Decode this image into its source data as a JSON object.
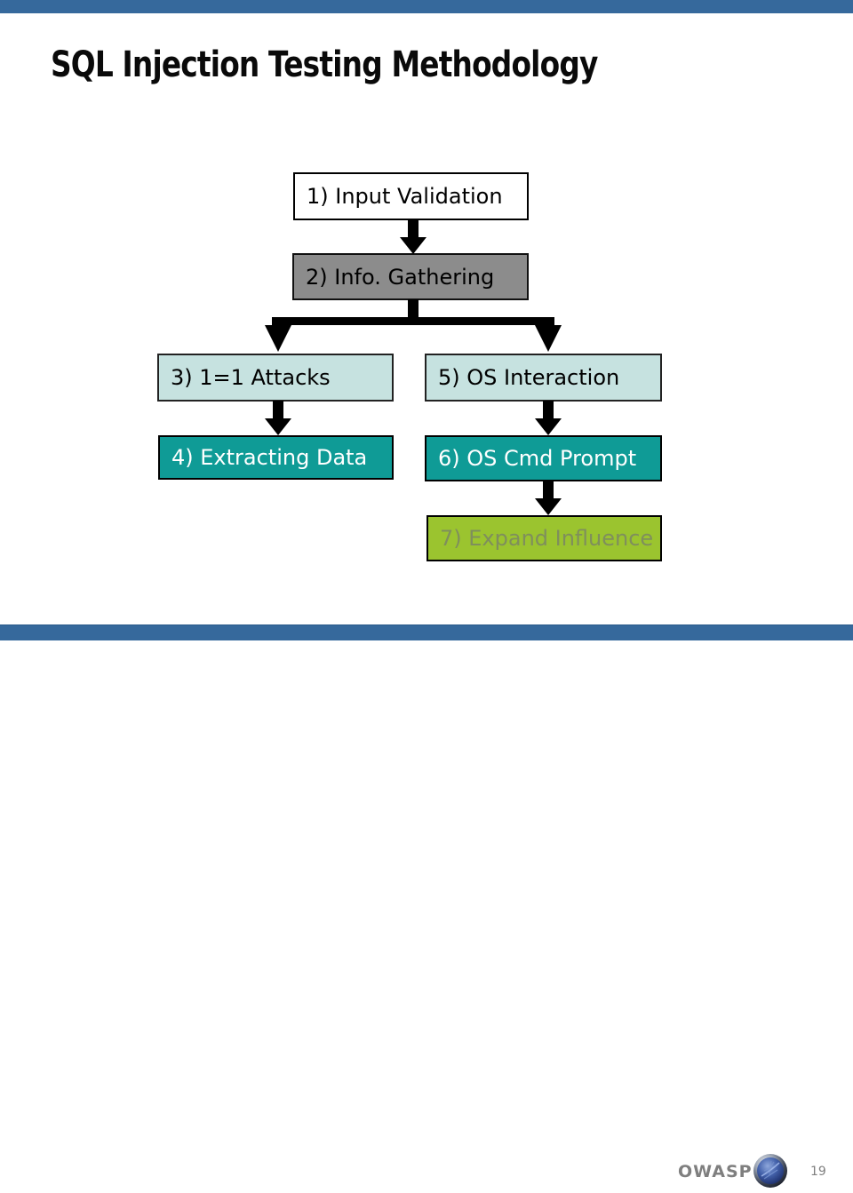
{
  "slide": {
    "title": "SQL Injection Testing Methodology",
    "footer": {
      "brand": "OWASP",
      "page_number": "19"
    }
  },
  "diagram": {
    "type": "flowchart",
    "nodes": [
      {
        "id": "step1",
        "label": "1) Input Validation",
        "bg": "#ffffff",
        "text_color": "#000000"
      },
      {
        "id": "step2",
        "label": "2) Info. Gathering",
        "bg": "#8c8c8c",
        "text_color": "#000000"
      },
      {
        "id": "step3",
        "label": "3) 1=1 Attacks",
        "bg": "#c6e2e0",
        "text_color": "#000000"
      },
      {
        "id": "step5",
        "label": "5) OS Interaction",
        "bg": "#c6e2e0",
        "text_color": "#000000"
      },
      {
        "id": "step4",
        "label": "4) Extracting Data",
        "bg": "#0f9b96",
        "text_color": "#ffffff"
      },
      {
        "id": "step6",
        "label": "6) OS Cmd Prompt",
        "bg": "#0f9b96",
        "text_color": "#ffffff"
      },
      {
        "id": "step7",
        "label": "7) Expand Influence",
        "bg": "#9bc42f",
        "text_color": "#7f8f5c"
      }
    ],
    "edges": [
      {
        "from": "step1",
        "to": "step2"
      },
      {
        "from": "step2",
        "to": "step3"
      },
      {
        "from": "step2",
        "to": "step5"
      },
      {
        "from": "step3",
        "to": "step4"
      },
      {
        "from": "step5",
        "to": "step6"
      },
      {
        "from": "step6",
        "to": "step7"
      }
    ]
  },
  "colors": {
    "accent_bar": "#36699c",
    "node_gray": "#8c8c8c",
    "node_light_cyan": "#c6e2e0",
    "node_teal": "#0f9b96",
    "node_green": "#9bc42f",
    "footer_text": "#7f7f7f",
    "arrow": "#000000"
  }
}
